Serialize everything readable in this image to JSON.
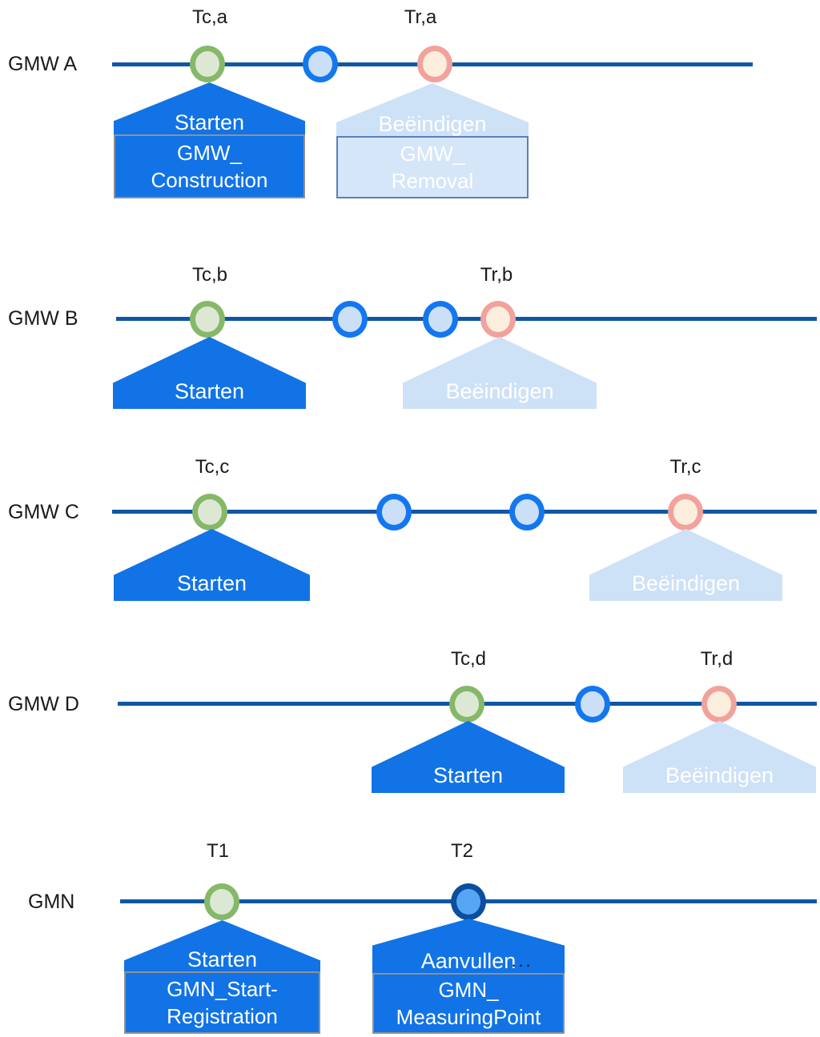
{
  "colors": {
    "timeline": "#0F57A5",
    "callout_dark_fill": "#1173E6",
    "callout_light_fill": "#CDE1F7",
    "light_box_fill": "#D5E6F9",
    "light_box_border": "#5C80B6",
    "dark_box_border": "#8F9193",
    "circle_green_border": "#85B868",
    "circle_green_fill": "#DCE8D3",
    "circle_blue_border": "#1377F0",
    "circle_blue_fill": "#CBE0F7",
    "circle_pink_border": "#F1A29C",
    "circle_pink_fill": "#FCEEDC",
    "circle_navy_border": "#0B4E9E",
    "circle_navy_fill": "#57A6F6",
    "text_dark": "#1A1A1A",
    "text_light": "#FFFFFF"
  },
  "rows": [
    {
      "label": "GMW A",
      "construction_time_label": "Tc,a",
      "removal_time_label": "Tr,a",
      "start_callout": "Starten",
      "start_box_line1": "GMW_",
      "start_box_line2": "Construction",
      "end_callout": "Beëindigen",
      "end_box_line1": "GMW_",
      "end_box_line2": "Removal"
    },
    {
      "label": "GMW B",
      "construction_time_label": "Tc,b",
      "removal_time_label": "Tr,b",
      "start_callout": "Starten",
      "end_callout": "Beëindigen"
    },
    {
      "label": "GMW C",
      "construction_time_label": "Tc,c",
      "removal_time_label": "Tr,c",
      "start_callout": "Starten",
      "end_callout": "Beëindigen"
    },
    {
      "label": "GMW D",
      "construction_time_label": "Tc,d",
      "removal_time_label": "Tr,d",
      "start_callout": "Starten",
      "end_callout": "Beëindigen"
    }
  ],
  "gmn": {
    "label": "GMN",
    "t1_label": "T1",
    "t2_label": "T2",
    "start_callout": "Starten",
    "start_box_line1": "GMN_Start-",
    "start_box_line2": "Registration",
    "add_callout": "Aanvullen",
    "ellipsis": "...",
    "add_box_line1": "GMN_",
    "add_box_line2": "MeasuringPoint"
  }
}
